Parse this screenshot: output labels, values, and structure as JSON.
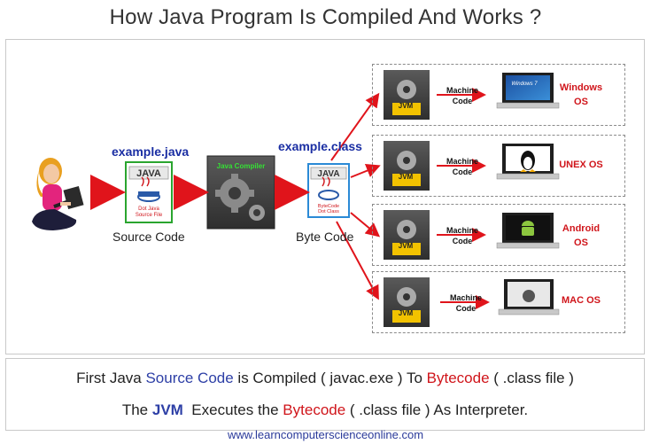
{
  "title": "How Java Program Is Compiled And Works ?",
  "source": {
    "filename": "example.java",
    "icon_label": "JAVA",
    "icon_caption_1": "Dot Java",
    "icon_caption_2": "Source File",
    "caption": "Source Code"
  },
  "compiler": {
    "label": "Java Compiler"
  },
  "bytecode": {
    "filename": "example.class",
    "icon_label": "JAVA",
    "icon_caption_1": "ByteCode",
    "icon_caption_2": "Dot Class",
    "caption": "Byte Code"
  },
  "jvm_label": "JVM",
  "machine_code_1": "Machine",
  "machine_code_2": "Code",
  "os_targets": [
    {
      "name_1": "Windows",
      "name_2": "OS",
      "screen_text": "Windows 7"
    },
    {
      "name_1": "UNEX OS",
      "name_2": ""
    },
    {
      "name_1": "Android",
      "name_2": "OS"
    },
    {
      "name_1": "MAC OS",
      "name_2": ""
    }
  ],
  "description": {
    "line1_a": "First Java ",
    "line1_b": "Source Code",
    "line1_c": " is Compiled ( javac.exe ) To ",
    "line1_d": "Bytecode",
    "line1_e": " ( .class file )",
    "line2_a": "The ",
    "line2_b": "JVM",
    "line2_c": "  Executes the ",
    "line2_d": "Bytecode",
    "line2_e": " ( .class file ) As Interpreter."
  },
  "footer": "www.learncomputerscienceonline.com",
  "colors": {
    "arrow": "#e0141b",
    "link_blue": "#1a2ea3",
    "jvm_yellow": "#f2c200"
  }
}
